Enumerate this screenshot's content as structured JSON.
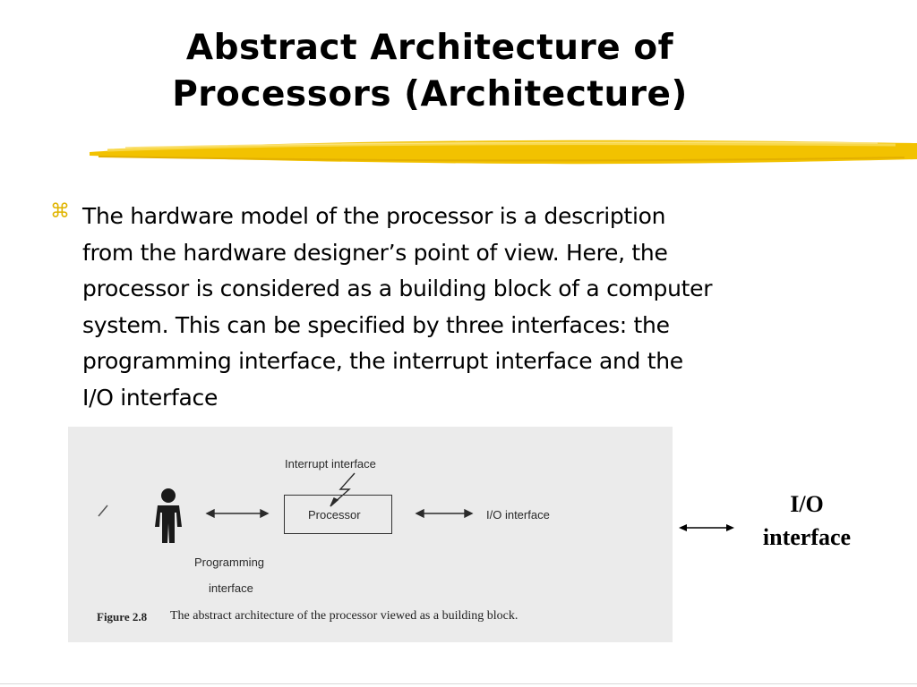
{
  "slide": {
    "title_lines": [
      "Abstract Architecture of",
      "Processors (Architecture)"
    ],
    "bullet_icon": "command-key-icon",
    "bullet_lines": [
      "The hardware model of the processor is a description",
      "from the hardware designer’s point of view. Here, the",
      "processor is considered as a building block of a computer",
      "system. This can be specified by three interfaces: the",
      "programming interface, the interrupt interface and the",
      "I/O interface"
    ],
    "accent_color": "#f2c200"
  },
  "figure": {
    "interrupt_label": "Interrupt interface",
    "processor_label": "Processor",
    "io_label": "I/O interface",
    "programming_label_1": "Programming",
    "programming_label_2": "interface",
    "caption_number": "Figure 2.8",
    "caption_text": "The abstract architecture of the processor viewed as a building block."
  },
  "side_note": {
    "line1": "I/O",
    "line2": "interface"
  }
}
